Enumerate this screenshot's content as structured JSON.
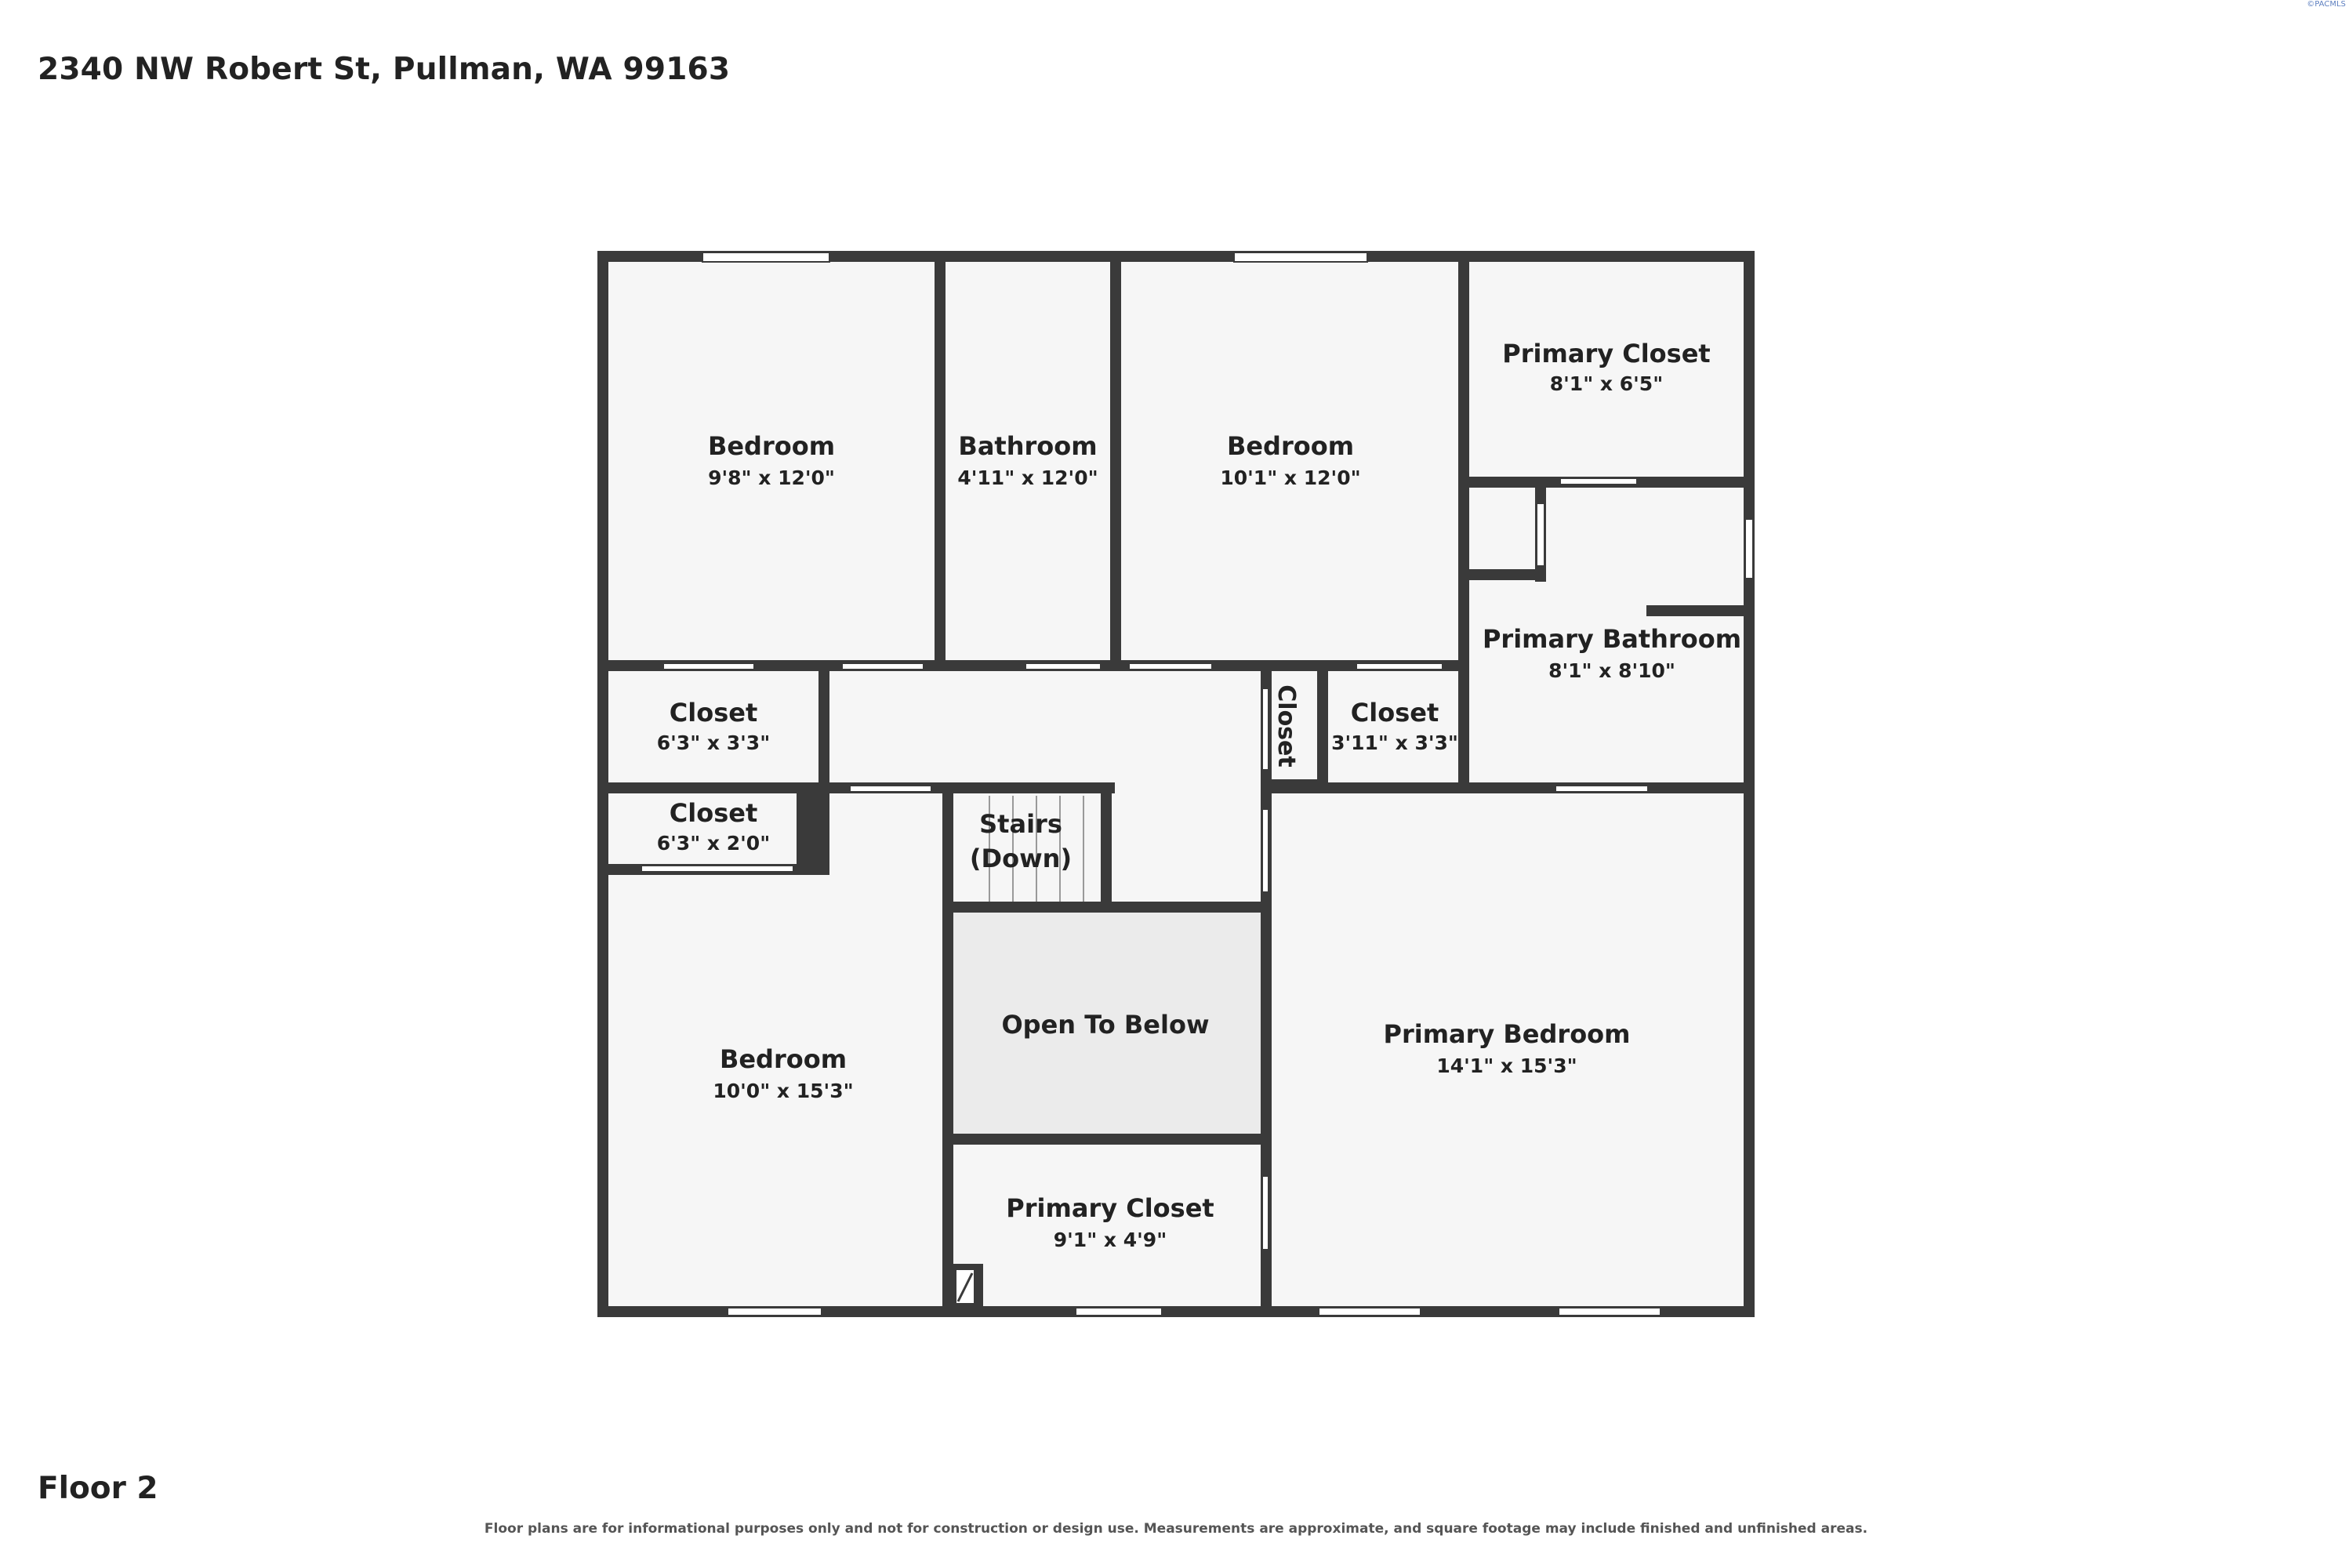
{
  "header": {
    "address": "2340 NW Robert St, Pullman, WA 99163"
  },
  "watermark": "©PACMLS",
  "footer": {
    "floor": "Floor 2",
    "disclaimer": "Floor plans are for informational purposes only and not for construction or design use. Measurements are approximate, and square footage may include finished and unfinished areas."
  },
  "colors": {
    "wall": "#3a3a3a",
    "floor": "#f6f6f6",
    "open_below": "#ebebeb",
    "window": "#ffffff"
  },
  "rooms": {
    "bedroom_1": {
      "name": "Bedroom",
      "dims": "9'8\" x 12'0\""
    },
    "bathroom": {
      "name": "Bathroom",
      "dims": "4'11\" x 12'0\""
    },
    "bedroom_2": {
      "name": "Bedroom",
      "dims": "10'1\" x 12'0\""
    },
    "primary_closet_1": {
      "name": "Primary Closet",
      "dims": "8'1\" x 6'5\""
    },
    "primary_bathroom": {
      "name": "Primary Bathroom",
      "dims": "8'1\" x 8'10\""
    },
    "closet_1": {
      "name": "Closet",
      "dims": "6'3\" x 3'3\""
    },
    "closet_2": {
      "name": "Closet",
      "dims": "6'3\" x 2'0\""
    },
    "closet_narrow": {
      "name": "Closet"
    },
    "closet_3": {
      "name": "Closet",
      "dims": "3'11\" x 3'3\""
    },
    "stairs": {
      "line1": "Stairs",
      "line2": "(Down)"
    },
    "open_below": {
      "name": "Open To Below"
    },
    "bedroom_3": {
      "name": "Bedroom",
      "dims": "10'0\" x 15'3\""
    },
    "primary_closet_2": {
      "name": "Primary Closet",
      "dims": "9'1\" x 4'9\""
    },
    "primary_bedroom": {
      "name": "Primary Bedroom",
      "dims": "14'1\" x 15'3\""
    }
  }
}
